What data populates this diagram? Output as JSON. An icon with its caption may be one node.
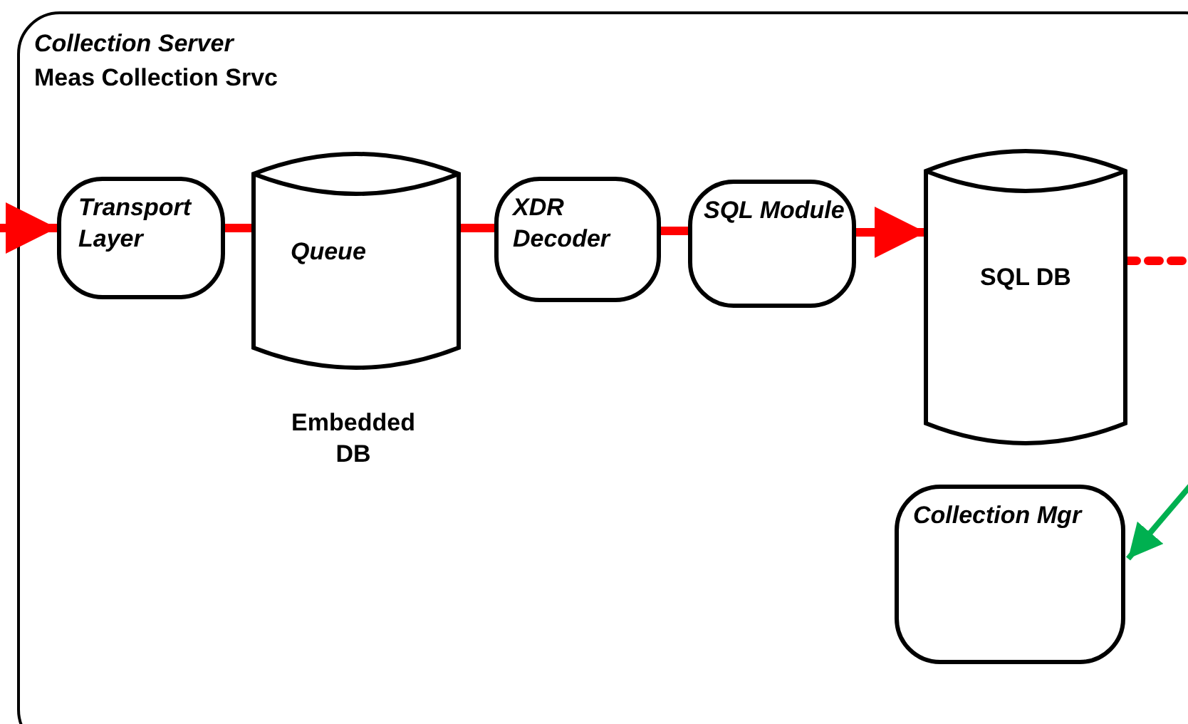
{
  "diagram": {
    "nodes": [
      {
        "text": [
          "Collection Server",
          "Meas Collection Srvc"
        ]
      },
      {
        "text": [
          "Transport Layer"
        ],
        "in": 0
      },
      {
        "text": [
          "Queue"
        ],
        "in": 0,
        "beside": [
          "Embedded DB"
        ]
      },
      {
        "text": [
          "XDR Decoder"
        ],
        "in": 0
      },
      {
        "text": [
          "SQL Module"
        ],
        "in": 0
      },
      {
        "text": [
          "SQL DB"
        ],
        "in": 0
      },
      {
        "text": [
          "Collection Mgr"
        ],
        "in": 0
      }
    ],
    "edges": [
      {
        "from": null,
        "to": 1,
        "arrow": "to"
      },
      {
        "from": 1,
        "to": 2,
        "arrow": "none"
      },
      {
        "from": 2,
        "to": 3,
        "arrow": "none"
      },
      {
        "from": 3,
        "to": 4,
        "arrow": "none"
      },
      {
        "from": 4,
        "to": 5,
        "arrow": "to"
      },
      {
        "from": 5,
        "to": null,
        "arrow": "none",
        "style": "dashed"
      },
      {
        "from": null,
        "to": 6,
        "arrow": "to",
        "color": "#00b050"
      }
    ]
  }
}
